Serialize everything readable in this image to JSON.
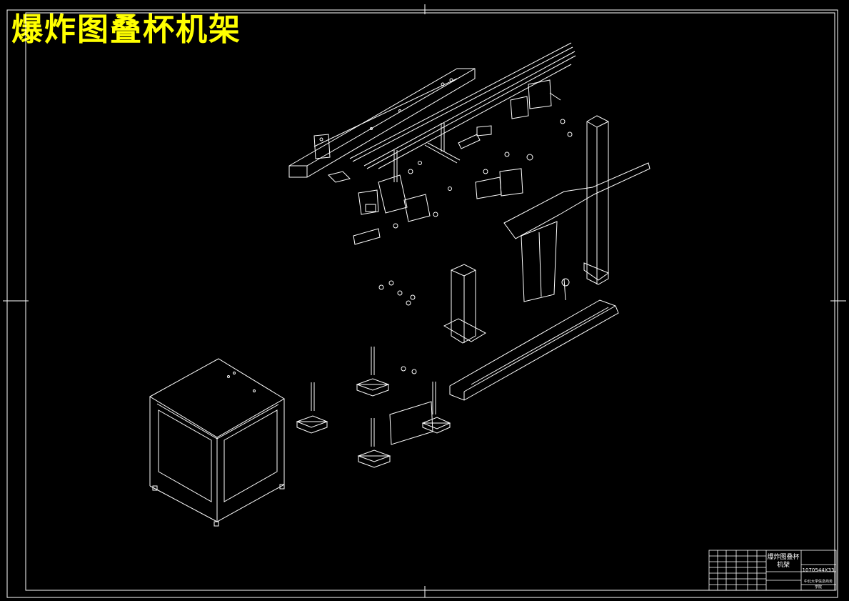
{
  "drawing": {
    "title": "爆炸图叠杯机架",
    "colors": {
      "background": "#000000",
      "line": "#ffffff",
      "title": "#ffff00"
    }
  },
  "title_block": {
    "drawing_name_line1": "爆炸图叠杯",
    "drawing_name_line2": "机架",
    "code": "1070544X33",
    "organization_line1": "中北大学信息商务",
    "organization_line2": "学院"
  }
}
